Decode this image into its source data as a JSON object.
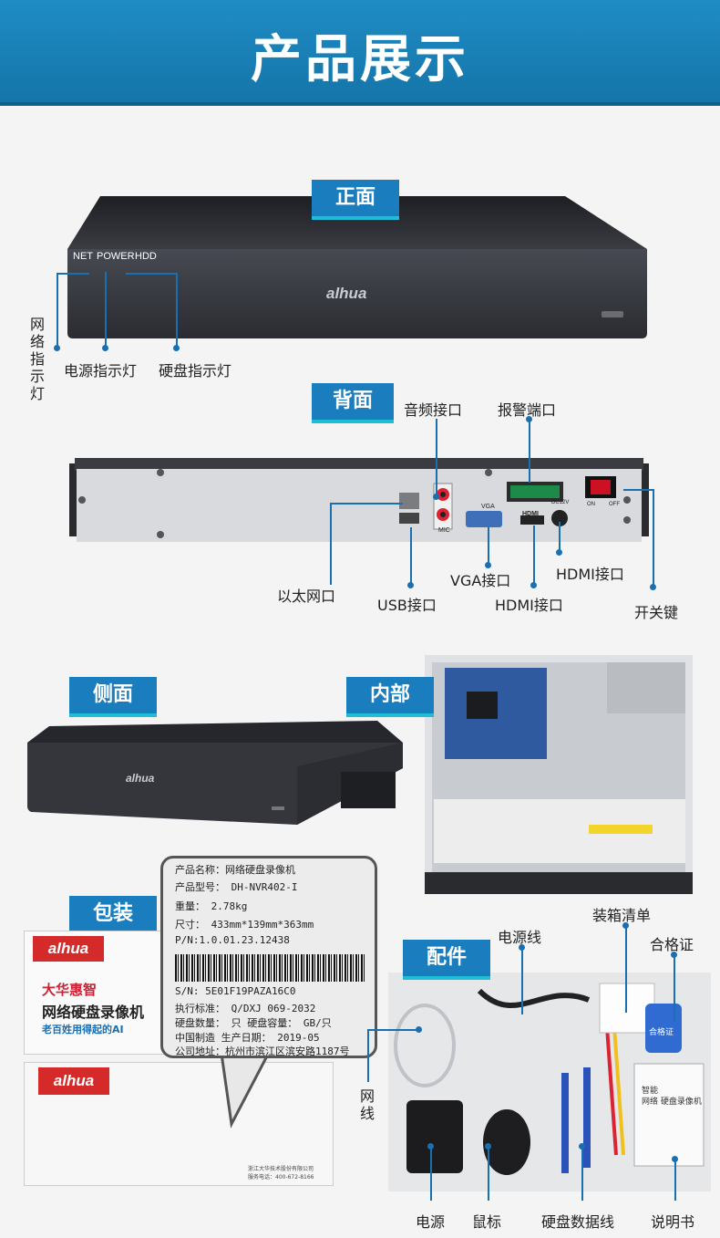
{
  "banner": {
    "title": "产品展示"
  },
  "front": {
    "tag": "正面",
    "leds": [
      "NET",
      "POWER",
      "HDD"
    ],
    "brand": "alhua",
    "labels": {
      "network_led": "网络指示灯",
      "power_led": "电源指示灯",
      "hdd_led": "硬盘指示灯"
    }
  },
  "back": {
    "tag": "背面",
    "panel_text": {
      "vga": "VGA",
      "mic": "MIC",
      "hdmi": "HDMI",
      "dc": "DC12V",
      "on": "ON",
      "off": "OFF"
    },
    "labels": {
      "audio": "音频接口",
      "alarm": "报警端口",
      "ethernet": "以太网口",
      "usb": "USB接口",
      "vga": "VGA接口",
      "hdmi_bottom": "HDMI接口",
      "hdmi_right": "HDMI接口",
      "power_switch": "开关键"
    }
  },
  "side": {
    "tag": "侧面",
    "brand": "alhua"
  },
  "inside": {
    "tag": "内部"
  },
  "package": {
    "tag": "包装",
    "box_top": {
      "brand": "alhua",
      "line1": "大华惠智",
      "line2": "网络硬盘录像机",
      "line3": "老百姓用得起的AI"
    },
    "box_bottom": {
      "brand": "alhua",
      "company": "浙江大华技术股份有限公司",
      "hotline": "服务电话：400-672-8166"
    },
    "sticker": [
      "产品名称：网络硬盘录像机",
      "产品型号： DH-NVR402-I",
      "重量： 2.78kg",
      "尺寸： 433mm*139mm*363mm",
      "P/N:1.0.01.23.12438",
      "S/N:        5E01F19PAZA16C0",
      "执行标准：   Q/DXJ 069-2032",
      "硬盘数量：  只    硬盘容量：     GB/只",
      "中国制造        生产日期： 2019-05",
      "公司地址：杭州市滨江区滨安路1187号"
    ]
  },
  "accessories": {
    "tag": "配件",
    "manual_text": {
      "line1": "智能",
      "line2": "网络 硬盘录像机"
    },
    "cert_text": "合格证",
    "labels": {
      "power_cable": "电源线",
      "packing_list": "装箱清单",
      "certificate": "合格证",
      "network_cable": "网线",
      "power_adapter": "电源",
      "mouse": "鼠标",
      "sata_cable": "硬盘数据线",
      "manual": "说明书"
    }
  }
}
